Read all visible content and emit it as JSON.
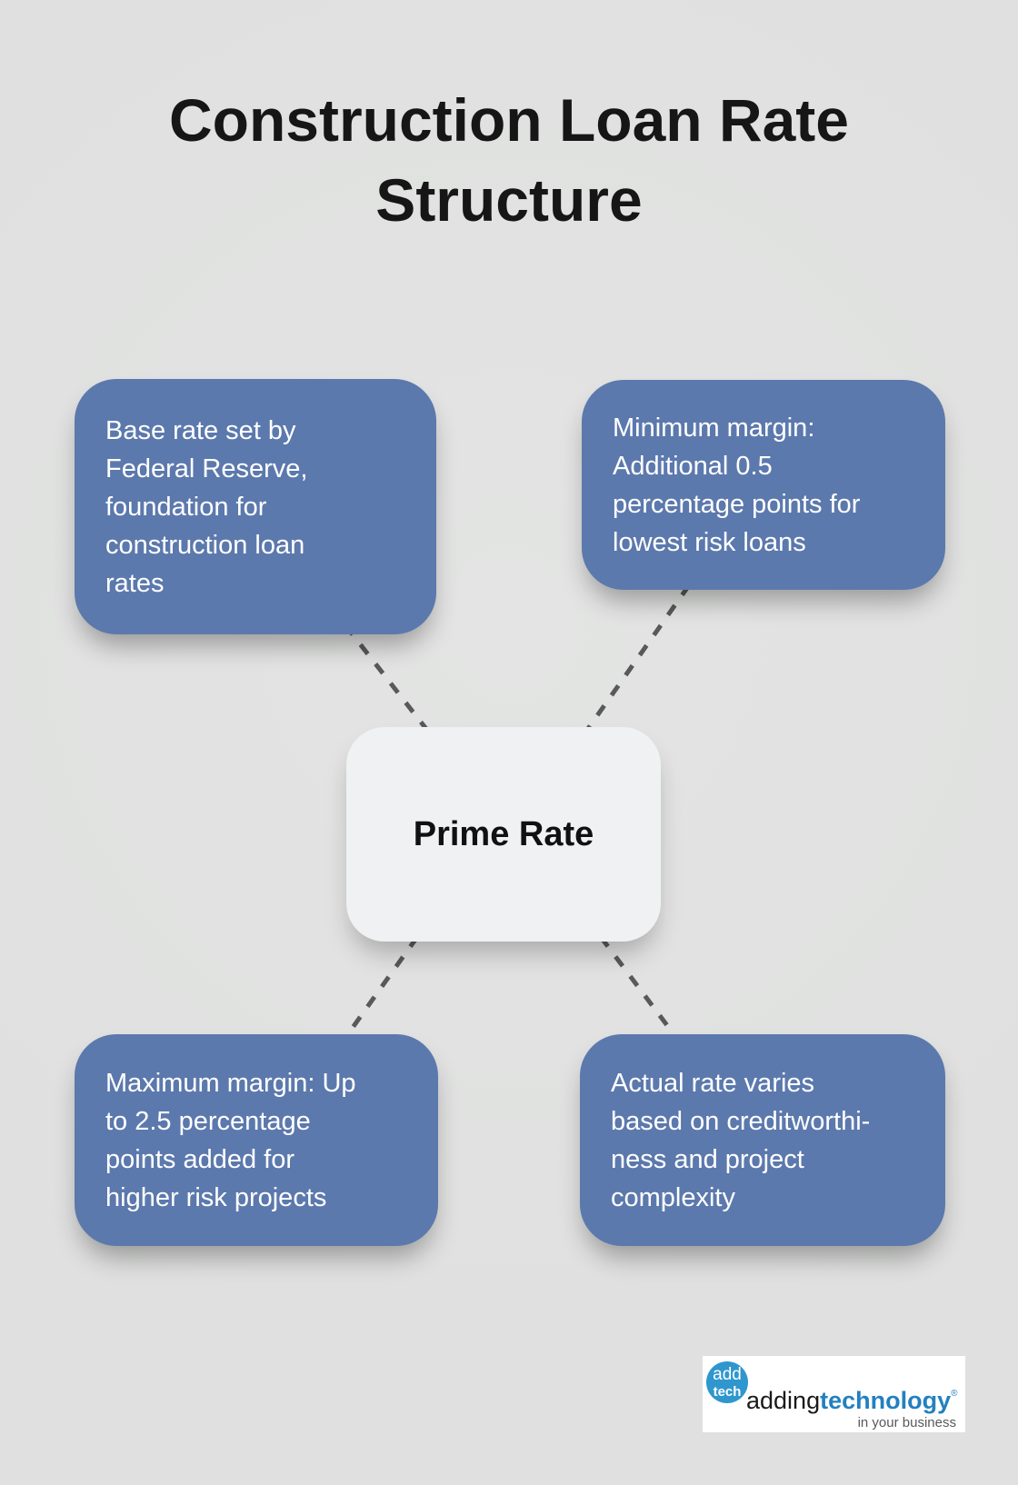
{
  "title": "Construction Loan Rate\nStructure",
  "center": {
    "label": "Prime Rate"
  },
  "nodes": [
    {
      "id": "top-left",
      "text": "Base rate set by\nFederal Reserve,\nfoundation for\nconstruction loan\nrates"
    },
    {
      "id": "top-right",
      "text": "Minimum margin:\nAdditional 0.5\npercentage points for\nlowest risk loans"
    },
    {
      "id": "bottom-left",
      "text": "Maximum margin: Up\nto 2.5 percentage\npoints added for\nhigher risk projects"
    },
    {
      "id": "bottom-right",
      "text": "Actual rate varies\nbased on creditworthi-\nness and project\ncomplexity"
    }
  ],
  "logo": {
    "badge_line1": "add",
    "badge_line2": "tech",
    "wordmark_prefix": "adding",
    "wordmark_suffix": "technology",
    "trademark": "®",
    "tagline": "in your business"
  },
  "colors": {
    "background": "#e0e1e0",
    "node_blue": "#5c79ad",
    "node_text": "#ffffff",
    "center_node_bg": "#eff1f2",
    "title_text": "#161616",
    "connector_gray": "#58595b",
    "logo_circle_blue": "#2f97cd",
    "logo_text_blue": "#2380bf"
  }
}
